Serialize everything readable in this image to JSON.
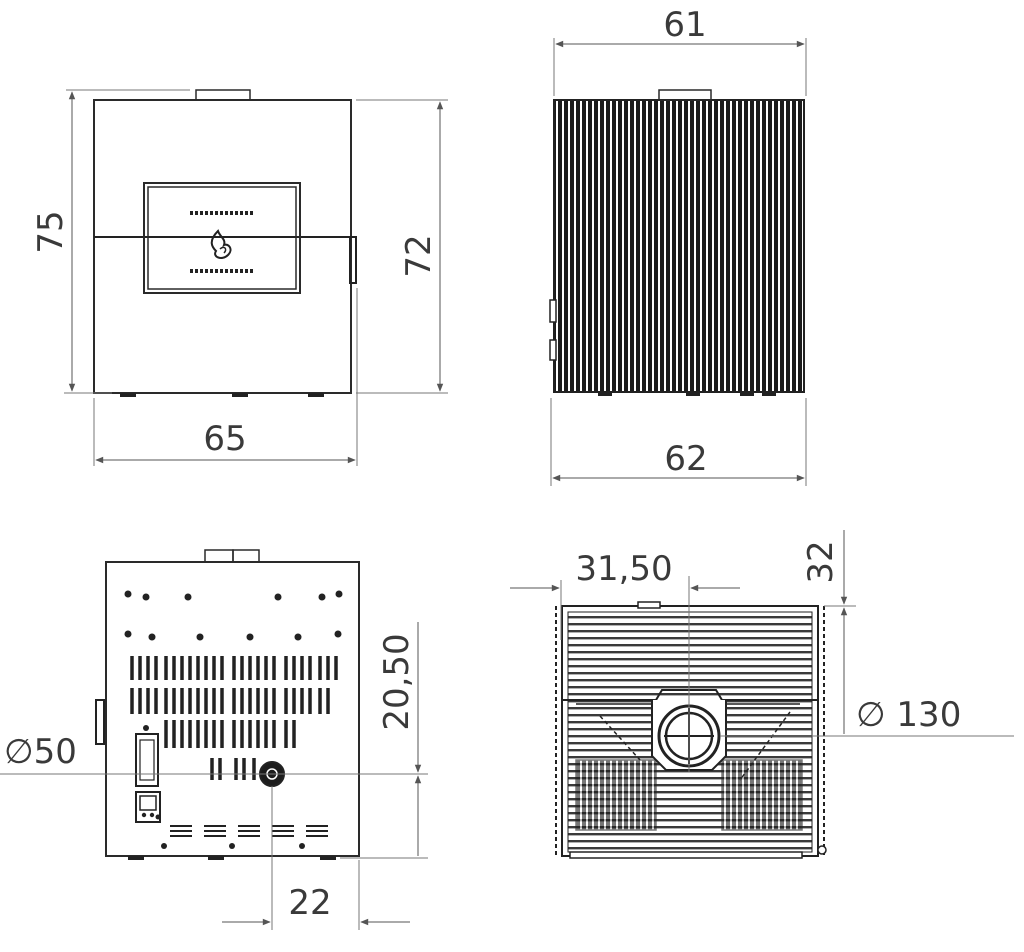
{
  "colors": {
    "line": "#2a2a2a",
    "dimension": "#555555",
    "text": "#3a3a3a",
    "background": "#ffffff"
  },
  "views": {
    "front": {
      "height_total": "75",
      "height_body": "72",
      "width": "65",
      "icon": "flame-icon"
    },
    "side": {
      "top_width": "61",
      "bottom_width": "62"
    },
    "rear": {
      "outlet_diameter": "∅50",
      "outlet_height": "20,50",
      "outlet_offset": "22"
    },
    "top": {
      "center_offset": "31,50",
      "flue_offset": "32",
      "flue_diameter": "∅ 130"
    }
  }
}
